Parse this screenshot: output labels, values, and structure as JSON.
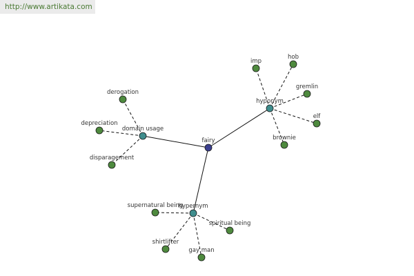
{
  "source": {
    "url": "http://www.artikata.com"
  },
  "colors": {
    "root": "#3b3f8f",
    "relation": "#3f8d8d",
    "leaf": "#4e8a3e"
  },
  "graph": {
    "root": {
      "id": "fairy",
      "label": "fairy"
    },
    "relations": [
      {
        "id": "domain-usage",
        "label": "domain usage",
        "children": [
          {
            "id": "derogation",
            "label": "derogation"
          },
          {
            "id": "depreciation",
            "label": "depreciation"
          },
          {
            "id": "disparagement",
            "label": "disparagement"
          }
        ]
      },
      {
        "id": "hyponym",
        "label": "hyponym",
        "children": [
          {
            "id": "imp",
            "label": "imp"
          },
          {
            "id": "hob",
            "label": "hob"
          },
          {
            "id": "gremlin",
            "label": "gremlin"
          },
          {
            "id": "elf",
            "label": "elf"
          },
          {
            "id": "brownie",
            "label": "brownie"
          }
        ]
      },
      {
        "id": "hypernym",
        "label": "hypernym",
        "children": [
          {
            "id": "supernatural-being",
            "label": "supernatural being"
          },
          {
            "id": "spiritual-being",
            "label": "spiritual being"
          },
          {
            "id": "shirtlifter",
            "label": "shirtlifter"
          },
          {
            "id": "gay-man",
            "label": "gay man"
          }
        ]
      }
    ]
  }
}
